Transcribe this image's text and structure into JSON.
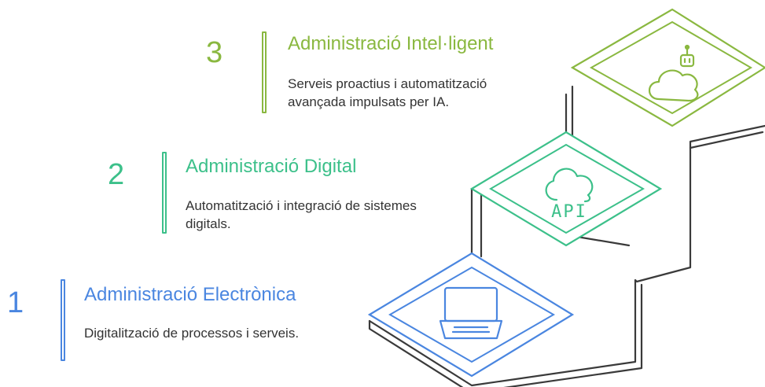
{
  "colors": {
    "step1": "#4a86e0",
    "step2": "#3cc08a",
    "step3": "#8ab840",
    "outline": "#3a3a3a"
  },
  "steps": [
    {
      "number": "1",
      "title": "Administració Electrònica",
      "description": "Digitalització de processos i serveis.",
      "icon": "laptop-icon"
    },
    {
      "number": "2",
      "title": "Administració Digital",
      "description": "Automatització i integració de sistemes digitals.",
      "icon": "cloud-api-icon",
      "icon_text": "API"
    },
    {
      "number": "3",
      "title": "Administració Intel·ligent",
      "description": "Serveis proactius i automatització avançada impulsats per IA.",
      "icon": "cloud-robot-icon"
    }
  ]
}
